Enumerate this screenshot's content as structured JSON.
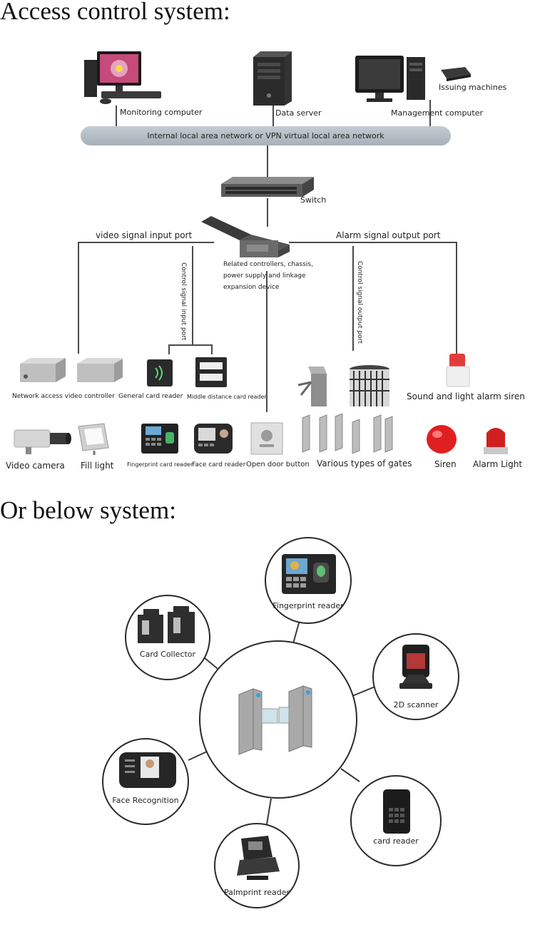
{
  "headings": {
    "top": "Access control system:",
    "bottom": "Or below system:"
  },
  "diagram1": {
    "network": {
      "monitoring": "Monitoring computer",
      "server": "Data server",
      "management": "Management computer",
      "issuing": "Issuing machines",
      "lan": "Internal local area network or VPN virtual local area network",
      "switch": "Switch"
    },
    "controller": {
      "video_port": "video signal input port",
      "alarm_port": "Alarm signal output port",
      "control_in": "Control signal input port",
      "control_out": "Control signal output port",
      "desc_line1": "Related controllers, chassis,",
      "desc_line2": "power supply and linkage",
      "desc_line3": "expansion device"
    },
    "devices": {
      "net_video": "Network access video controller",
      "general_reader": "General card reader",
      "middle_reader": "Middle distance card reader",
      "alarm_siren": "Sound and light alarm siren",
      "video_camera": "Video camera",
      "fill_light": "Fill light",
      "fingerprint_reader": "Fingerprint card reader",
      "face_reader": "Face card reader",
      "open_button": "Open door button",
      "gates": "Various types of gates",
      "siren": "Siren",
      "alarm_light": "Alarm Light"
    }
  },
  "diagram2": {
    "fingerprint": "Fingerprint reader",
    "card_collector": "Card Collector",
    "scanner": "2D scanner",
    "face": "Face Recognition",
    "card_reader": "card reader",
    "palmprint": "Palmprint reader"
  }
}
